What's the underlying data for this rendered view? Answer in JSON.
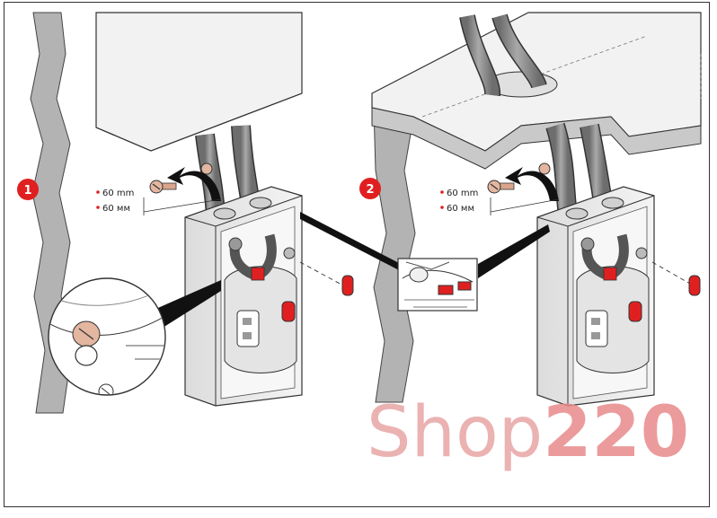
{
  "steps": [
    {
      "number": "1",
      "dimension_lines": [
        "60 mm",
        "60 мм"
      ]
    },
    {
      "number": "2",
      "dimension_lines": [
        "60 mm",
        "60 мм"
      ]
    }
  ],
  "watermark": {
    "light": "Shop",
    "bold": "220"
  },
  "colors": {
    "accent_red": "#e02020",
    "wall_gray": "#b3b3b3",
    "cable_gray": "#8a8a8a",
    "watermark": "#e8a5a5"
  }
}
